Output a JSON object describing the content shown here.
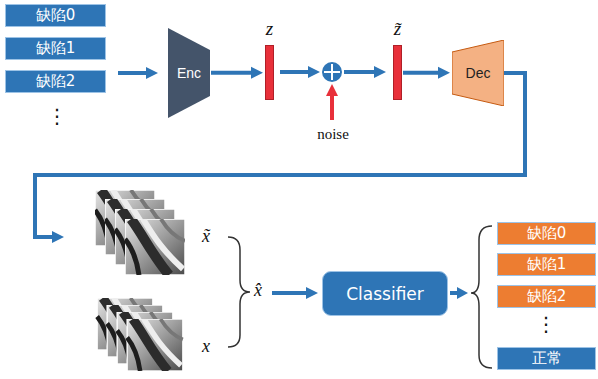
{
  "diagram": {
    "nodes": [
      {
        "text": [
          "缺陷0"
        ]
      },
      {
        "text": [
          "缺陷1"
        ]
      },
      {
        "text": [
          "缺陷2"
        ]
      },
      {
        "text": [
          "Enc"
        ]
      },
      {
        "text": [
          "z"
        ]
      },
      {
        "text": [
          "z̃"
        ]
      },
      {
        "text": [
          "Dec"
        ]
      },
      {
        "text": [
          "Classifier"
        ]
      },
      {
        "text": [
          "缺陷0"
        ]
      },
      {
        "text": [
          "缺陷1"
        ]
      },
      {
        "text": [
          "缺陷2"
        ]
      },
      {
        "text": [
          "正常"
        ]
      }
    ],
    "edges": [
      {
        "from": 3,
        "to": 4,
        "arrow": "to"
      },
      {
        "from": 5,
        "to": 6,
        "arrow": "to"
      }
    ],
    "labels": [
      "⋮",
      "noise",
      "x̃",
      "x",
      "x̂",
      "⋮"
    ]
  }
}
